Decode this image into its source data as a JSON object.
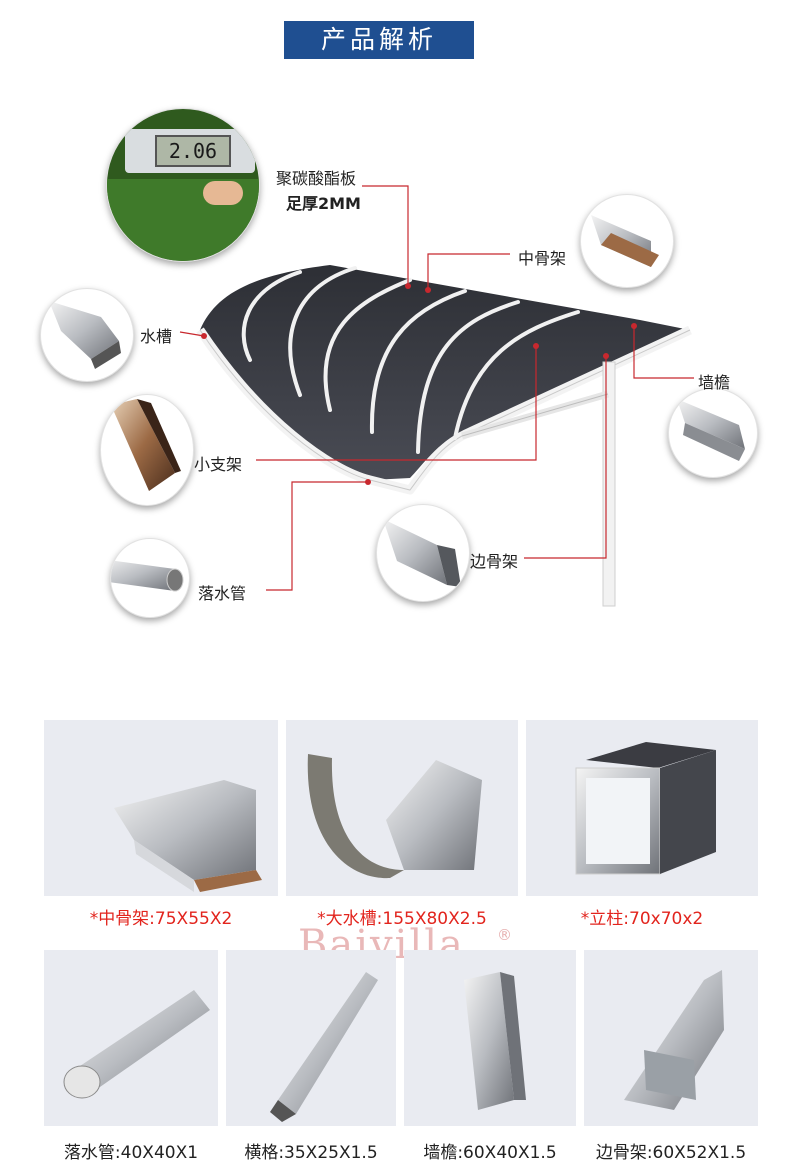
{
  "header": {
    "title": "产品解析"
  },
  "diagram": {
    "caliper_reading": "2.06",
    "labels": {
      "polycarbonate_line1": "聚碳酸酯板",
      "polycarbonate_line2": "足厚2MM",
      "middle_frame": "中骨架",
      "gutter": "水槽",
      "wall_eave": "墙檐",
      "small_bracket": "小支架",
      "edge_frame": "边骨架",
      "downpipe": "落水管"
    },
    "colors": {
      "callout_line": "#c8282e",
      "panel": "#3b3d44",
      "frame": "#f2f2f2"
    }
  },
  "watermark": {
    "text": "Baivilla",
    "mark": "®"
  },
  "products_row1": [
    {
      "caption": "*中骨架:75X55X2",
      "icon": "middle-frame-profile"
    },
    {
      "caption": "*大水槽:155X80X2.5",
      "icon": "large-gutter-profile"
    },
    {
      "caption": "*立柱:70x70x2",
      "icon": "square-post-profile"
    }
  ],
  "products_row2": [
    {
      "caption": "落水管:40X40X1",
      "icon": "downpipe-tube"
    },
    {
      "caption": "横格:35X25X1.5",
      "icon": "crossbar-profile"
    },
    {
      "caption": "墙檐:60X40X1.5",
      "icon": "wall-eave-profile"
    },
    {
      "caption": "边骨架:60X52X1.5",
      "icon": "edge-frame-profile"
    }
  ],
  "colors": {
    "header_bg": "#1f4f91",
    "caption_red": "#e2241d"
  }
}
